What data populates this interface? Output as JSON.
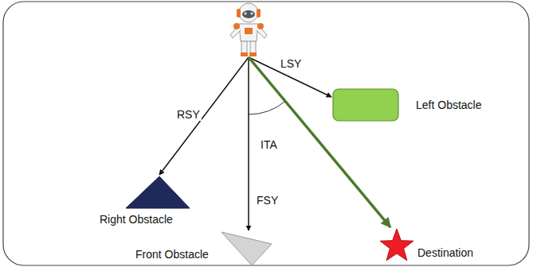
{
  "diagram": {
    "nodes": [
      {
        "text": []
      },
      {
        "text": [
          "Right Obstacle"
        ]
      },
      {
        "text": [
          "Front Obstacle"
        ]
      },
      {
        "text": [
          "Left Obstacle"
        ]
      },
      {
        "text": [
          "Destination"
        ]
      }
    ],
    "edges": [
      {
        "from": 0,
        "to": 1,
        "label": "RSY",
        "arrow": "to"
      },
      {
        "from": 0,
        "to": 2,
        "label": "FSY",
        "arrow": "to"
      },
      {
        "from": 0,
        "to": 3,
        "label": "LSY",
        "arrow": "to"
      },
      {
        "from": 0,
        "to": 4,
        "arrow": "to"
      }
    ],
    "labels": [
      "ITA"
    ]
  }
}
